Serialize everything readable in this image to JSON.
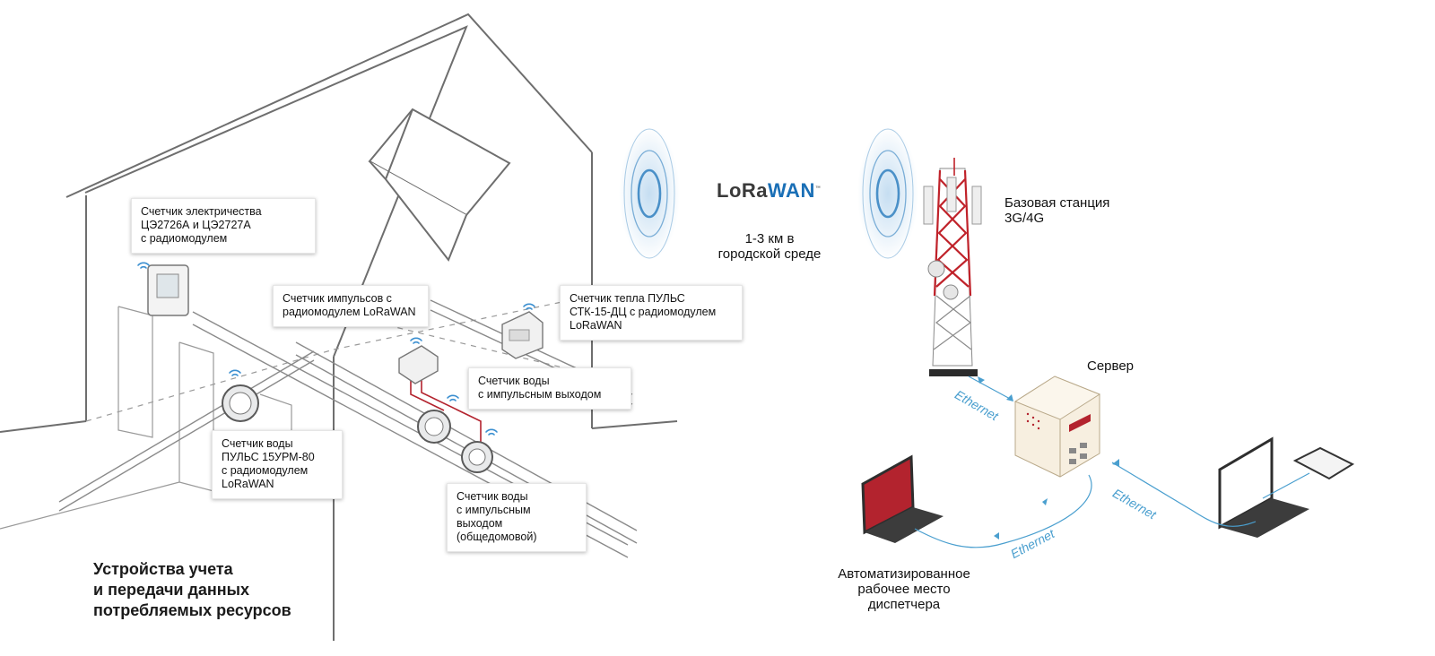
{
  "house": {
    "caption": "Устройства учета\nи передачи данных\nпотребляемых ресурсов",
    "devices": [
      {
        "id": "electricity_meter",
        "label": "Счетчик электричества\nЦЭ2726А и ЦЭ2727А\nс радиомодулем"
      },
      {
        "id": "pulse_counter",
        "label": "Счетчик импульсов с\nрадиомодулем LoRaWAN"
      },
      {
        "id": "heat_meter",
        "label": "Счетчик тепла ПУЛЬС\nСТК-15-ДЦ с радиомодулем\nLoRaWAN"
      },
      {
        "id": "water_meter_pulse",
        "label": "Счетчик воды\nс импульсным выходом"
      },
      {
        "id": "water_meter_lorawan",
        "label": "Счетчик воды\nПУЛЬС 15УРМ-80\nс радиомодулем\nLoRaWAN"
      },
      {
        "id": "water_meter_common",
        "label": "Счетчик воды\nс импульсным\nвыходом\n(общедомовой)"
      }
    ]
  },
  "radio": {
    "logo_lo": "LoRa",
    "logo_wan": "WAN",
    "logo_tm": "™",
    "range": "1-3 км в\nгородской среде"
  },
  "network": {
    "base_station": "Базовая станция\n3G/4G",
    "server": "Сервер",
    "workstation": "Автоматизированное\nрабочее место\nдиспетчера",
    "link_label": "Ethernet"
  },
  "colors": {
    "line": "#6e6e6e",
    "wave": "#4a90c8",
    "ethernet": "#4a9fcf",
    "tower": "#c0222a",
    "server_accent": "#b3232e"
  }
}
